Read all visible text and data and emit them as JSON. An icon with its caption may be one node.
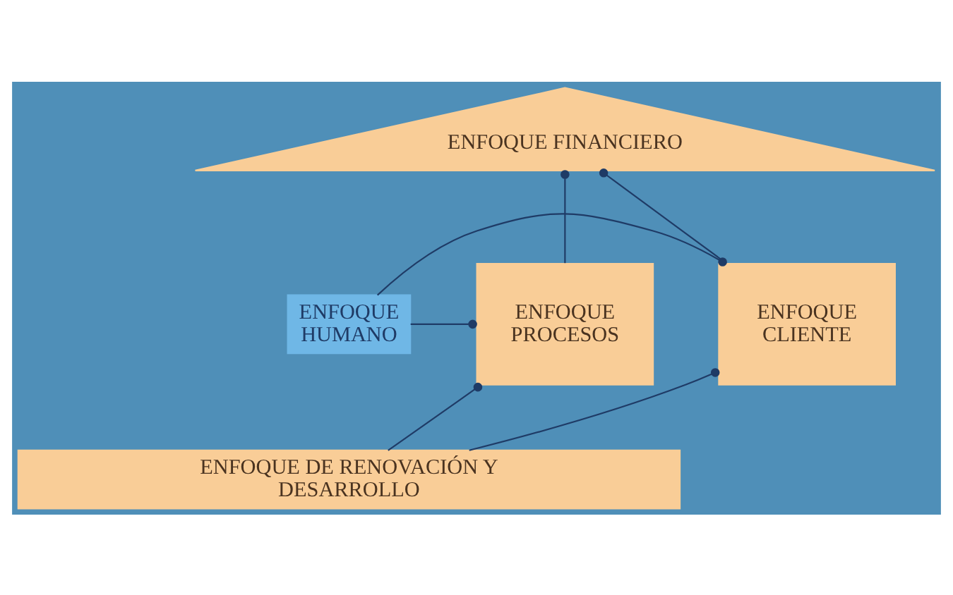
{
  "diagram": {
    "nodes": [
      {
        "text": [
          "ENFOQUE FINANCIERO"
        ]
      },
      {
        "text": [
          "ENFOQUE CLIENTE"
        ]
      },
      {
        "text": [
          "ENFOQUE HUMANO"
        ]
      },
      {
        "text": [
          "ENFOQUE PROCESOS"
        ]
      },
      {
        "text": [
          "ENFOQUE DE RENOVACIÓN Y DESARROLLO"
        ]
      }
    ],
    "edges": [
      {
        "from": 2,
        "to": 1,
        "arrow": "other"
      },
      {
        "from": 2,
        "to": 3,
        "arrow": "other"
      },
      {
        "from": 1,
        "to": 0,
        "arrow": "other"
      },
      {
        "from": 3,
        "to": 0,
        "arrow": "other"
      },
      {
        "from": 4,
        "to": 1,
        "arrow": "other"
      },
      {
        "from": 4,
        "to": 3,
        "arrow": "other"
      }
    ]
  }
}
